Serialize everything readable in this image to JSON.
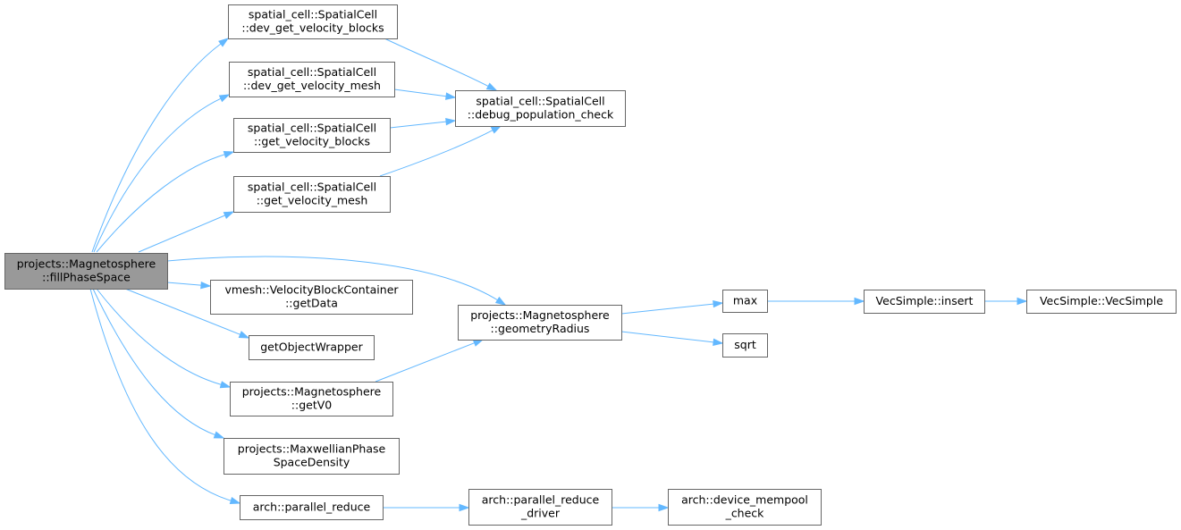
{
  "graph": {
    "nodes": [
      {
        "id": "root",
        "lines": [
          "projects::Magnetosphere",
          "::fillPhaseSpace"
        ],
        "root": true
      },
      {
        "id": "dev_blocks",
        "lines": [
          "spatial_cell::SpatialCell",
          "::dev_get_velocity_blocks"
        ]
      },
      {
        "id": "dev_mesh",
        "lines": [
          "spatial_cell::SpatialCell",
          "::dev_get_velocity_mesh"
        ]
      },
      {
        "id": "get_blocks",
        "lines": [
          "spatial_cell::SpatialCell",
          "::get_velocity_blocks"
        ]
      },
      {
        "id": "get_mesh",
        "lines": [
          "spatial_cell::SpatialCell",
          "::get_velocity_mesh"
        ]
      },
      {
        "id": "debug_check",
        "lines": [
          "spatial_cell::SpatialCell",
          "::debug_population_check"
        ]
      },
      {
        "id": "get_data",
        "lines": [
          "vmesh::VelocityBlockContainer",
          "::getData"
        ]
      },
      {
        "id": "get_object_wrapper",
        "lines": [
          "getObjectWrapper"
        ]
      },
      {
        "id": "get_v0",
        "lines": [
          "projects::Magnetosphere",
          "::getV0"
        ]
      },
      {
        "id": "maxwellian",
        "lines": [
          "projects::MaxwellianPhase",
          "SpaceDensity"
        ]
      },
      {
        "id": "parallel_reduce",
        "lines": [
          "arch::parallel_reduce"
        ]
      },
      {
        "id": "geometry_radius",
        "lines": [
          "projects::Magnetosphere",
          "::geometryRadius"
        ]
      },
      {
        "id": "max",
        "lines": [
          "max"
        ]
      },
      {
        "id": "sqrt",
        "lines": [
          "sqrt"
        ]
      },
      {
        "id": "vec_insert",
        "lines": [
          "VecSimple::insert"
        ]
      },
      {
        "id": "vec_simple",
        "lines": [
          "VecSimple::VecSimple"
        ]
      },
      {
        "id": "reduce_driver",
        "lines": [
          "arch::parallel_reduce",
          "_driver"
        ]
      },
      {
        "id": "mempool_check",
        "lines": [
          "arch::device_mempool",
          "_check"
        ]
      }
    ],
    "edges": [
      {
        "from": "root",
        "to": "dev_blocks"
      },
      {
        "from": "root",
        "to": "dev_mesh"
      },
      {
        "from": "root",
        "to": "get_blocks"
      },
      {
        "from": "root",
        "to": "get_mesh"
      },
      {
        "from": "root",
        "to": "geometry_radius"
      },
      {
        "from": "root",
        "to": "get_data"
      },
      {
        "from": "root",
        "to": "get_object_wrapper"
      },
      {
        "from": "root",
        "to": "get_v0"
      },
      {
        "from": "root",
        "to": "maxwellian"
      },
      {
        "from": "root",
        "to": "parallel_reduce"
      },
      {
        "from": "dev_blocks",
        "to": "debug_check"
      },
      {
        "from": "dev_mesh",
        "to": "debug_check"
      },
      {
        "from": "get_blocks",
        "to": "debug_check"
      },
      {
        "from": "get_mesh",
        "to": "debug_check"
      },
      {
        "from": "get_v0",
        "to": "geometry_radius"
      },
      {
        "from": "geometry_radius",
        "to": "max"
      },
      {
        "from": "geometry_radius",
        "to": "sqrt"
      },
      {
        "from": "max",
        "to": "vec_insert"
      },
      {
        "from": "vec_insert",
        "to": "vec_simple"
      },
      {
        "from": "parallel_reduce",
        "to": "reduce_driver"
      },
      {
        "from": "reduce_driver",
        "to": "mempool_check"
      }
    ],
    "colors": {
      "edge": "#63b8ff",
      "node_border": "#666666",
      "node_fill": "#ffffff",
      "root_fill": "#999999",
      "text": "#000000"
    }
  }
}
